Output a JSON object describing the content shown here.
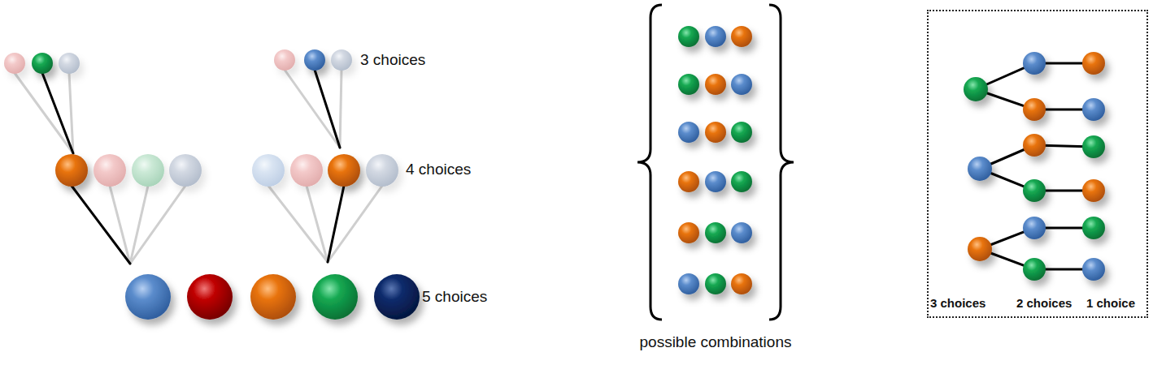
{
  "diagram": {
    "nodes": [
      {
        "text": [
          "3 choices",
          "2 choices",
          "1 choice"
        ]
      }
    ],
    "labels": [
      "3 choices",
      "4 choices",
      "5 choices",
      "possible combinations"
    ]
  }
}
